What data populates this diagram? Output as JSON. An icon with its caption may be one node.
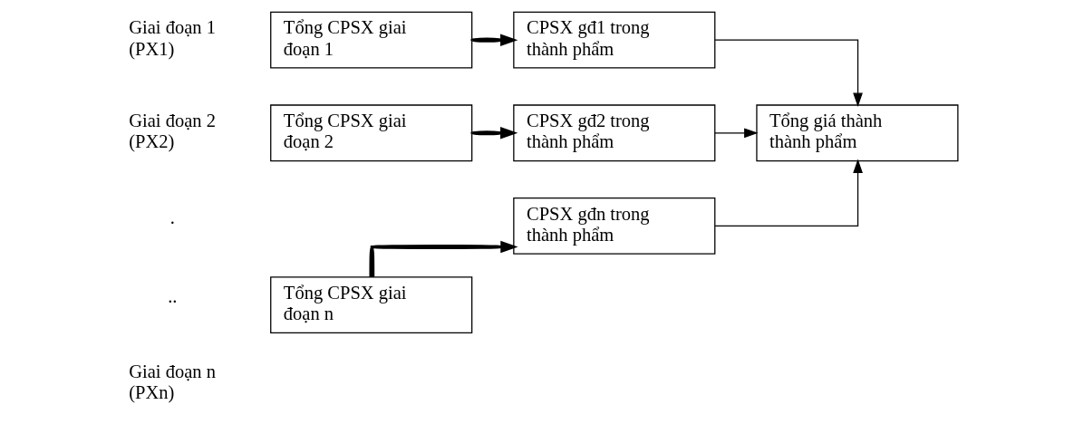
{
  "diagram": {
    "nodes": [
      {
        "text": [
          "Tổng CPSX giai đoạn 1"
        ],
        "beside": [
          "Giai đoạn 1 (PX1)"
        ]
      },
      {
        "text": [
          "CPSX gđ1 trong thành phẩm"
        ]
      },
      {
        "text": [
          "Tổng CPSX giai đoạn 2"
        ],
        "beside": [
          "Giai đoạn 2 (PX2)"
        ]
      },
      {
        "text": [
          "CPSX gđ2 trong thành phẩm"
        ]
      },
      {
        "text": [
          "Tổng giá thành thành phẩm"
        ]
      },
      {
        "text": [
          "Tổng CPSX giai đoạn n"
        ],
        "beside": [
          "Giai đoạn n (PXn)"
        ]
      },
      {
        "text": [
          "CPSX gđn trong thành phẩm"
        ]
      }
    ],
    "edges": [
      {
        "from": 0,
        "to": 1,
        "arrow": "to",
        "style": "thick"
      },
      {
        "from": 2,
        "to": 3,
        "arrow": "to",
        "style": "thick"
      },
      {
        "from": 5,
        "to": 6,
        "arrow": "to",
        "style": "thick"
      },
      {
        "from": 1,
        "to": 4,
        "arrow": "to"
      },
      {
        "from": 3,
        "to": 4,
        "arrow": "to"
      },
      {
        "from": 6,
        "to": 4,
        "arrow": "to"
      }
    ],
    "labels": [
      ".",
      ".."
    ]
  }
}
